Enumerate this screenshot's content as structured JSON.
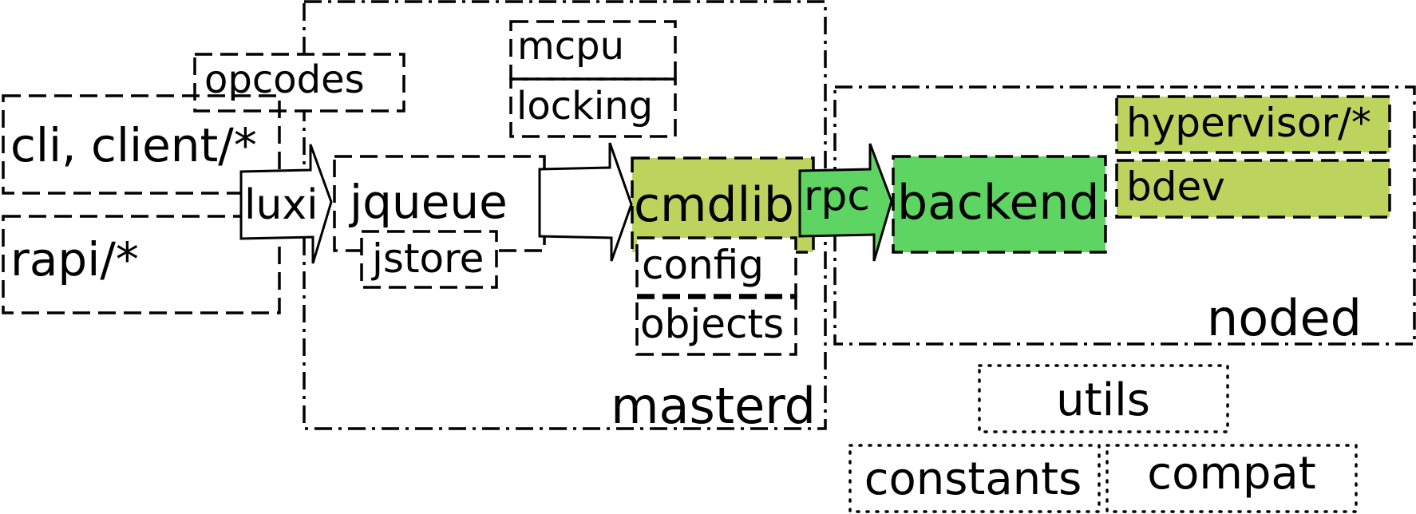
{
  "containers": {
    "masterd": "masterd",
    "noded": "noded"
  },
  "modules": {
    "opcodes": "opcodes",
    "cli_client": "cli, client/*",
    "rapi": "rapi/*",
    "jqueue": "jqueue",
    "jstore": "jstore",
    "mcpu": "mcpu",
    "locking": "locking",
    "cmdlib": "cmdlib",
    "config": "config",
    "objects": "objects",
    "backend": "backend",
    "hypervisor": "hypervisor/*",
    "bdev": "bdev",
    "utils": "utils",
    "constants": "constants",
    "compat": "compat"
  },
  "arrows": {
    "luxi": "luxi",
    "rpc": "rpc"
  },
  "colors": {
    "lime_fill": "#bcd45e",
    "green_fill": "#5ed463",
    "rpc_fill": "#5ed463",
    "stroke": "#000000"
  }
}
